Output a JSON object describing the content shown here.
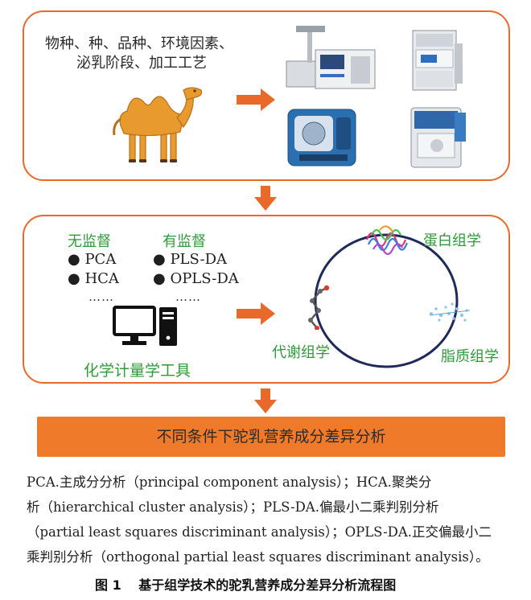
{
  "top_panel": {
    "factors_line1": "物种、种、品种、环境因素、",
    "factors_line2": "泌乳阶段、加工工艺",
    "camel_icon": "camel-icon",
    "instrument_icons": [
      "autosampler-gc-icon",
      "lc-instrument-icon",
      "mass-spectrometer-icon",
      "benchtop-analyzer-icon"
    ]
  },
  "middle_panel": {
    "unsupervised_label": "无监督",
    "unsupervised_items": [
      "PCA",
      "HCA"
    ],
    "unsupervised_more": "……",
    "supervised_label": "有监督",
    "supervised_items": [
      "PLS-DA",
      "OPLS-DA"
    ],
    "supervised_more": "……",
    "tool_label": "化学计量学工具",
    "computer_icon": "computer-icon",
    "omics": {
      "proteomics": "蛋白组学",
      "metabolomics": "代谢组学",
      "lipidomics": "脂质组学"
    }
  },
  "banner": {
    "text": "不同条件下驼乳营养成分差异分析"
  },
  "caption": {
    "line1": "PCA.主成分分析（principal component analysis）；HCA.聚类分",
    "line2": "析（hierarchical cluster analysis）；PLS-DA.偏最小二乘判别分析",
    "line3": "（partial least squares discriminant analysis）；OPLS-DA.正交偏最小二",
    "line4": "乘判别分析（orthogonal partial least squares discriminant analysis）。"
  },
  "figure_title": "图 1　 基于组学技术的驼乳营养成分差异分析流程图",
  "colors": {
    "accent": "#e8692a",
    "banner": "#ee7a2a",
    "green": "#2f9a3a",
    "circle": "#1f2a5a"
  }
}
